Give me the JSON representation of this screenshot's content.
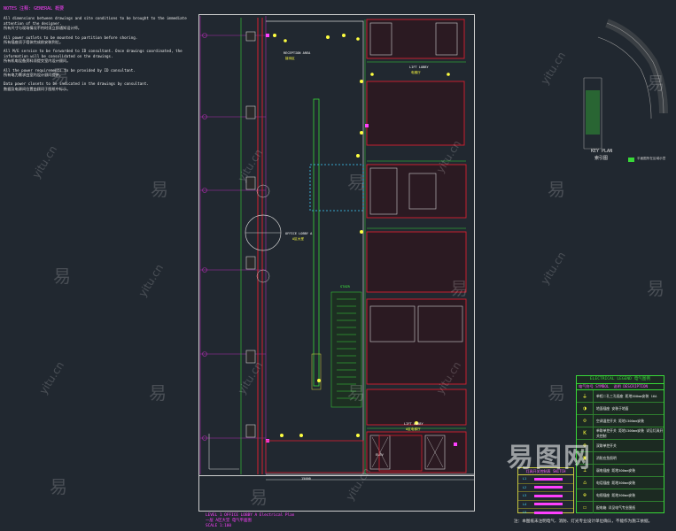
{
  "notes": {
    "heading": "NOTES 注释: GENERAL 概要",
    "items": [
      {
        "en": "All dimensions between drawings and site conditions to be brought to the immediate attention of the designer.",
        "cn": "所有尺寸与现场情况不符时须立即通知设计师。"
      },
      {
        "en": "All power outlets to be mounted to partition before shoring.",
        "cn": "所有插座须于墙体完成前安装到位。"
      },
      {
        "en": "All M/E service to be forwarded to ID consultant. Once drawings coordinated, the information will be consolidated on the drawings.",
        "cn": "所有机电设备资料须提交室内设计顾问。"
      },
      {
        "en": "All the power requirements to be provided by ID consultant.",
        "cn": "所有电力需求由室内设计顾问提供。"
      },
      {
        "en": "Data power closets to be indicated in the drawings by consultant.",
        "cn": "数据及电源间位置由顾问于图纸中标示。"
      }
    ]
  },
  "plan": {
    "labels": {
      "reception": "RECEPTION AREA",
      "reception_cn": "接待区",
      "lift_lobby_top": "LIFT LOBBY",
      "lift_lobby_top_cn": "电梯厅",
      "office_lobby": "OFFICE LOBBY A",
      "office_lobby_cn": "A区大堂",
      "lift_lobby_bottom": "LIFT LOBBY",
      "lift_lobby_bottom_cn": "A区电梯厅",
      "elevator": "ELEV",
      "stair": "STAIR"
    }
  },
  "keyplan": {
    "title_en": "KEY PLAN",
    "title_cn": "索引图",
    "legend_note": "平面图所在区域示意"
  },
  "legend": {
    "title": "ELECTRICAL LEGEND 电气图例",
    "subtitle": "电气符号 SYMBOL",
    "subtitle2": "说明 DESCRIPTION",
    "rows": [
      {
        "symbol": "⏚",
        "desc": "单相二孔三孔插座 距地300mm安装 16A"
      },
      {
        "symbol": "◑",
        "desc": "地面插座 安装于地面"
      },
      {
        "symbol": "⊙",
        "desc": "空调温控开关 距地1300mm安装"
      },
      {
        "symbol": "K",
        "desc": "单联单控开关 距地1300mm安装 详见灯具开关控制"
      },
      {
        "symbol": "⊗",
        "desc": "双联单控开关"
      },
      {
        "symbol": "▣",
        "desc": "消防应急照明"
      },
      {
        "symbol": "⊥",
        "desc": "弱电插座 距地300mm安装"
      },
      {
        "symbol": "⌂",
        "desc": "电话插座 距地300mm安装"
      },
      {
        "symbol": "⊕",
        "desc": "电视插座 距地300mm安装"
      },
      {
        "symbol": "☐",
        "desc": "配电箱 详见电气专业图纸"
      }
    ]
  },
  "schedule": {
    "title": "灯具开关控制表 SWITCH",
    "rows": [
      "L1",
      "L2",
      "L3",
      "L4",
      "L5"
    ]
  },
  "footnote": "注：本图纸未注明电气、消防、灯光专业设计单位确认，不能作为施工依据。",
  "title_block": {
    "line1": "LEVEL 1 OFFICE LOBBY A Electrical Plan",
    "line2": "一层 A区大堂 电气平面图",
    "scale": "SCALE 1:100"
  },
  "dimension": "15000",
  "watermarks": {
    "char": "易",
    "url": "yitu.cn",
    "brand": "易图网"
  },
  "colors": {
    "background": "#212830",
    "wall_red": "#d82030",
    "line_green": "#38d838",
    "magenta": "#ff40ff",
    "yellow": "#ffff40",
    "cyan": "#40d0ff"
  }
}
